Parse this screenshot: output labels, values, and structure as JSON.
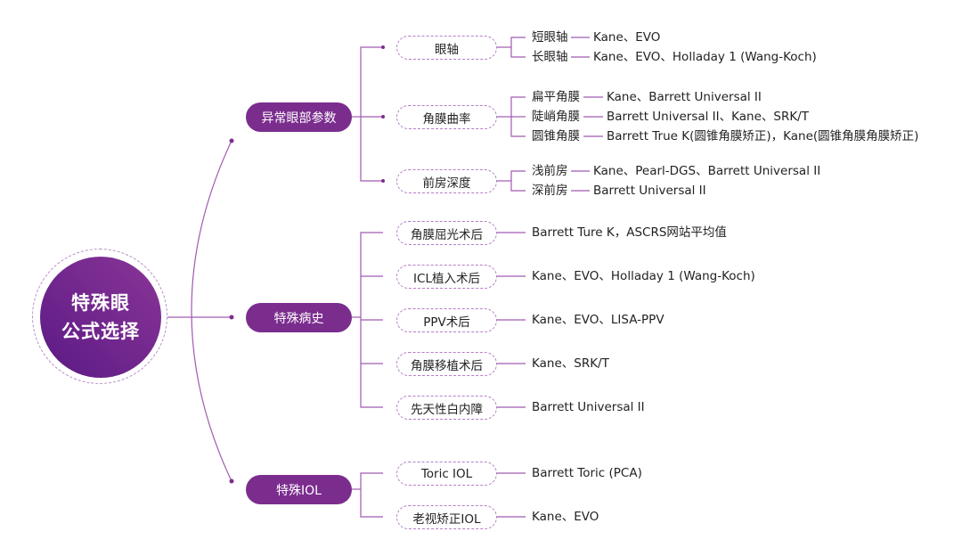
{
  "root": {
    "line1": "特殊眼",
    "line2": "公式选择"
  },
  "colors": {
    "primary": "#7b2d8e",
    "line": "#a05ab0",
    "dashed_border": "#b57cc6"
  },
  "branches": [
    {
      "label": "异常眼部参数",
      "children": [
        {
          "label": "眼轴",
          "items": [
            {
              "label": "短眼轴",
              "value": "Kane、EVO"
            },
            {
              "label": "长眼轴",
              "value": "Kane、EVO、Holladay 1 (Wang-Koch)"
            }
          ]
        },
        {
          "label": "角膜曲率",
          "items": [
            {
              "label": "扁平角膜",
              "value": "Kane、Barrett Universal II"
            },
            {
              "label": "陡峭角膜",
              "value": "Barrett Universal II、Kane、SRK/T"
            },
            {
              "label": "圆锥角膜",
              "value": "Barrett True K(圆锥角膜矫正)，Kane(圆锥角膜角膜矫正)"
            }
          ]
        },
        {
          "label": "前房深度",
          "items": [
            {
              "label": "浅前房",
              "value": "Kane、Pearl-DGS、Barrett Universal II"
            },
            {
              "label": "深前房",
              "value": "Barrett Universal II"
            }
          ]
        }
      ]
    },
    {
      "label": "特殊病史",
      "children": [
        {
          "label": "角膜屈光术后",
          "value": "Barrett Ture K，ASCRS网站平均值"
        },
        {
          "label": "ICL植入术后",
          "value": "Kane、EVO、Holladay 1 (Wang-Koch)"
        },
        {
          "label": "PPV术后",
          "value": "Kane、EVO、LISA-PPV"
        },
        {
          "label": "角膜移植术后",
          "value": "Kane、SRK/T"
        },
        {
          "label": "先天性白内障",
          "value": "Barrett Universal II"
        }
      ]
    },
    {
      "label": "特殊IOL",
      "children": [
        {
          "label": "Toric IOL",
          "value": "Barrett Toric (PCA)"
        },
        {
          "label": "老视矫正IOL",
          "value": "Kane、EVO"
        }
      ]
    }
  ]
}
